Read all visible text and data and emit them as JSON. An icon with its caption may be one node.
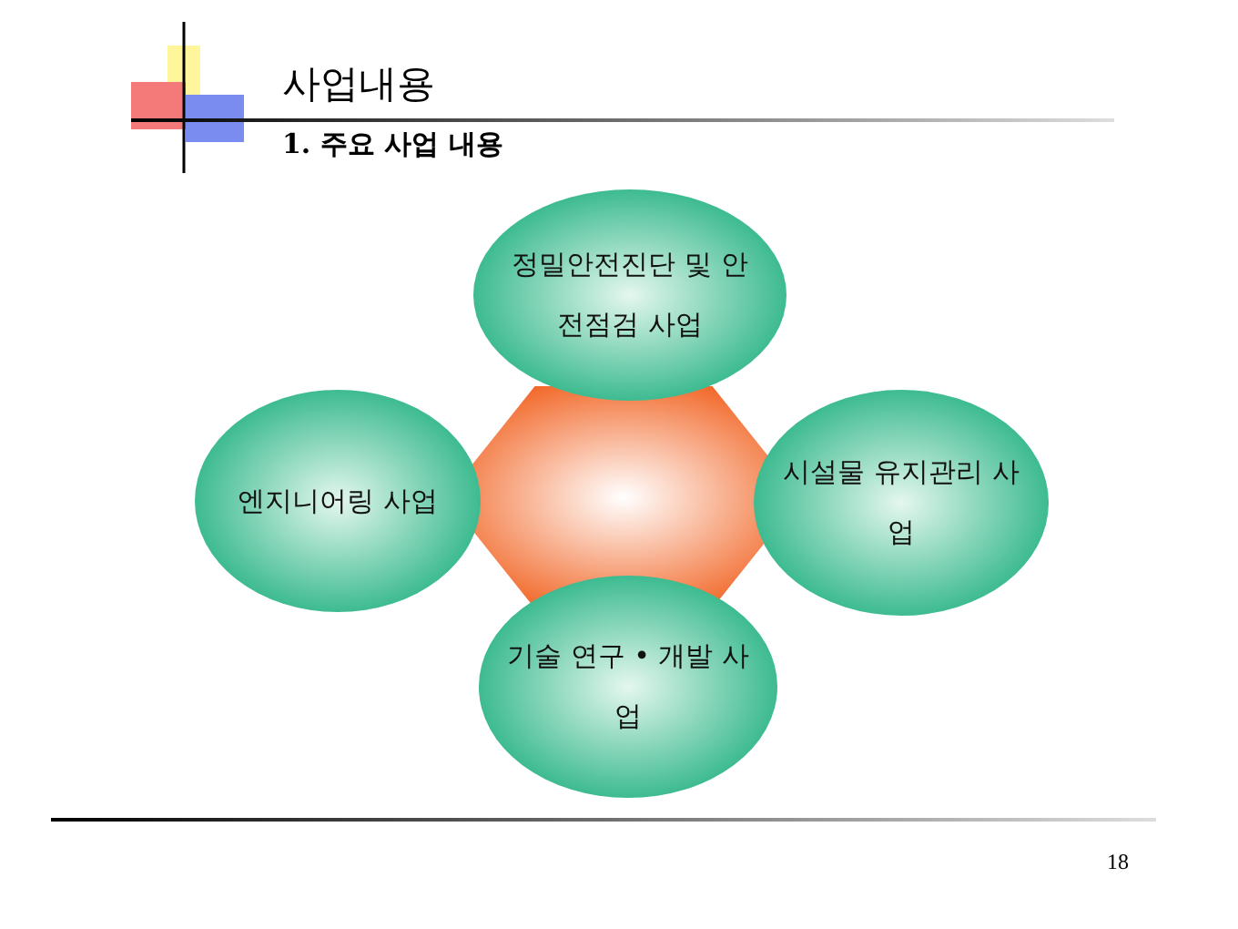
{
  "diagram": {
    "title": "사업내용",
    "nodes": [
      {
        "text": [],
        "shape": "hexagon"
      },
      {
        "text": [
          "정밀안전진단 및 안전점검 사업"
        ]
      },
      {
        "text": [
          "엔지니어링 사업"
        ]
      },
      {
        "text": [
          "시설물 유지관리 사업"
        ]
      },
      {
        "text": [
          "기술 연구 • 개발 사업"
        ]
      }
    ],
    "labels": [
      "1. 주요 사업 내용",
      "18"
    ]
  }
}
